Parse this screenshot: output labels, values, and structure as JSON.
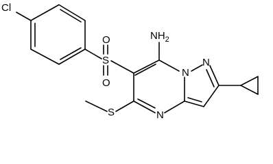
{
  "structure": {
    "labels": {
      "chlorine": "Cl",
      "amine": "NH",
      "amine_subscript": "2",
      "sulfonyl_sulfur": "S",
      "sulfonyl_oxygen_top": "O",
      "sulfonyl_oxygen_bottom": "O",
      "thioether_sulfur": "S",
      "ring_n_bridge": "N",
      "ring_n_pyrazole": "N",
      "ring_n_pyrimidine": "N"
    },
    "colors": {
      "bond": "#000000",
      "text": "#000000",
      "background": "#ffffff"
    }
  }
}
